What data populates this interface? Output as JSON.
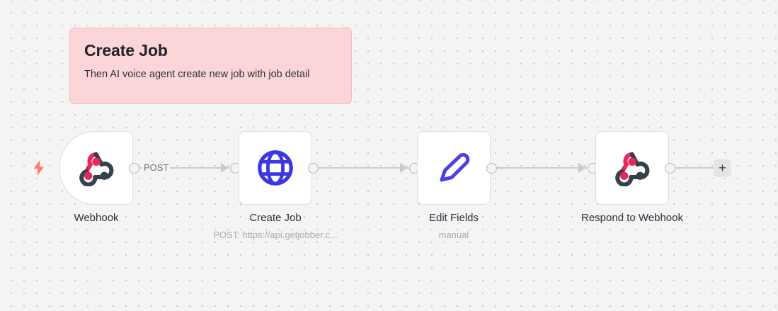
{
  "canvas": {
    "background_color": "#f4f4f4",
    "dot_color": "#c9c9cf"
  },
  "sticky_note": {
    "title": "Create Job",
    "body": "Then AI voice agent create new job with job detail",
    "background_color": "#fbd5d8",
    "border_color": "#f4b8bd"
  },
  "trigger_indicator": {
    "icon": "lightning-bolt-icon",
    "color": "#ff7a66"
  },
  "nodes": [
    {
      "name": "Webhook",
      "subtitle": "",
      "icon": "webhook-icon",
      "type": "trigger",
      "accent_color": "#e8275a"
    },
    {
      "name": "Create Job",
      "subtitle": "POST: https://api.getjobber.c...",
      "icon": "globe-icon",
      "type": "action",
      "accent_color": "#3c37e0"
    },
    {
      "name": "Edit Fields",
      "subtitle": "manual",
      "icon": "pen-icon",
      "type": "action",
      "accent_color": "#4a3fe8"
    },
    {
      "name": "Respond to Webhook",
      "subtitle": "",
      "icon": "webhook-icon",
      "type": "action",
      "accent_color": "#e8275a"
    }
  ],
  "connections": [
    {
      "label": "POST"
    },
    {
      "label": ""
    },
    {
      "label": ""
    }
  ],
  "add_node_button": {
    "label": "+"
  }
}
